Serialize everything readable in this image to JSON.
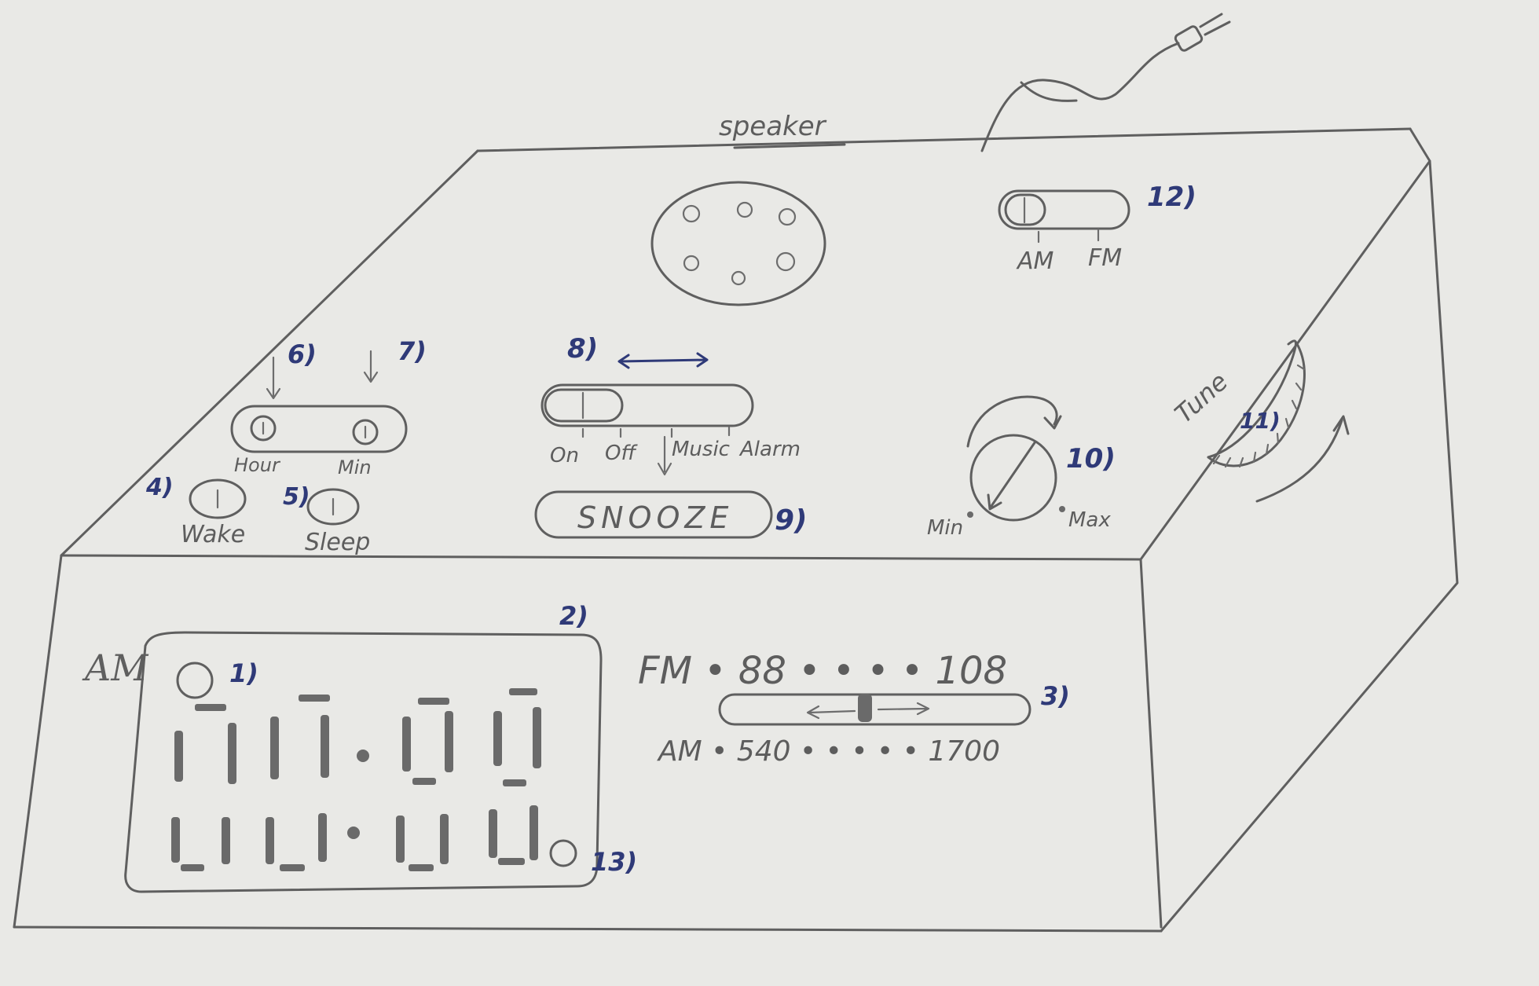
{
  "labels": {
    "speaker": "speaker",
    "am_fm_am": "AM",
    "am_fm_fm": "FM",
    "band_am": "AM",
    "hour": "Hour",
    "min": "Min",
    "wake": "Wake",
    "sleep": "Sleep",
    "on": "On",
    "off": "Off",
    "music": "Music",
    "alarm": "Alarm",
    "snooze": "SNOOZE",
    "vol_min": "Min",
    "vol_max": "Max",
    "tune": "Tune",
    "fm_scale": "FM • 88 • • • • 108",
    "am_scale": "AM • 540 • • • • • 1700"
  },
  "callouts": {
    "c1": "1)",
    "c2": "2)",
    "c3": "3)",
    "c4": "4)",
    "c5": "5)",
    "c6": "6)",
    "c7": "7)",
    "c8": "8)",
    "c9": "9)",
    "c10": "10)",
    "c11": "11)",
    "c12": "12)",
    "c13": "13)"
  },
  "colors": {
    "paper": "#e9e9e6",
    "pencil": "#5f5f5f",
    "ink_blue": "#2f3a78"
  }
}
